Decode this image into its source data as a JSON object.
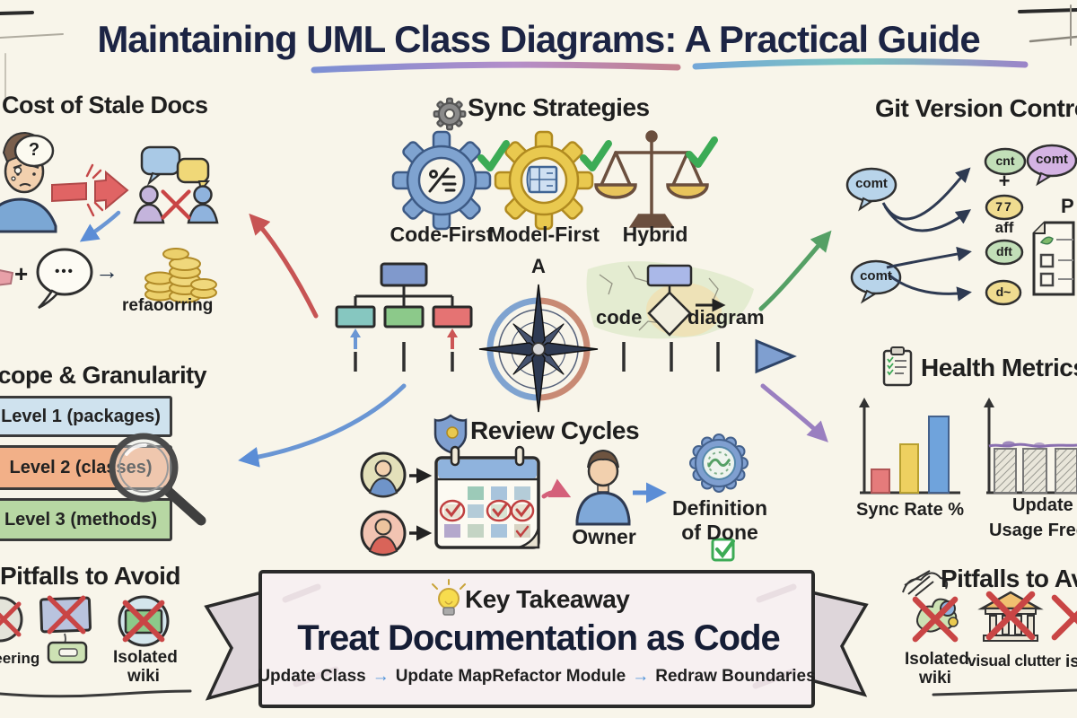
{
  "title": "Maintaining UML Class Diagrams: A Practical Guide",
  "stale_docs": {
    "heading": "Cost of Stale Docs",
    "question_mark": "?",
    "plus_sign": "+",
    "typing_dots": "•••",
    "arrow_right": "→",
    "refactoring_label": "refaoorring"
  },
  "sync": {
    "heading": "Sync Strategies",
    "items": [
      {
        "label": "Code-First"
      },
      {
        "label": "Model-First"
      },
      {
        "label": "Hybrid"
      }
    ]
  },
  "git": {
    "heading": "Git Version Control",
    "bubble_top": "comt",
    "bubble_bottom": "comt",
    "bubble_purple": "comt",
    "node_commit": "cnt",
    "plus_sign": "+",
    "node_tags": "77",
    "diff_label": "aff",
    "node_dft": "dft",
    "node_dx": "d~",
    "pr_label": "P"
  },
  "timeline": {
    "north_label": "A",
    "code_label": "code",
    "diagram_label": "diagram"
  },
  "scope": {
    "heading": "Scope & Granularity",
    "levels": [
      {
        "label": "Level 1 (packages)"
      },
      {
        "label": "Level 2 (classes)"
      },
      {
        "label": "Level 3 (methods)"
      }
    ]
  },
  "review": {
    "heading": "Review Cycles",
    "owner_label": "Owner",
    "dod_label": "Definition of Done"
  },
  "health": {
    "heading": "Health Metrics",
    "chart1_label": "Sync Rate %",
    "chart2_line1": "Update Lag",
    "chart2_line2": "Usage Frequency"
  },
  "pitfalls_left": {
    "heading": "Pitfalls to Avoid",
    "engineering_label": "overengineering",
    "wiki_line1": "Isolated",
    "wiki_line2": "wiki"
  },
  "pitfalls_right": {
    "heading": "Pitfalls to Avoid",
    "wiki_line1": "Isolated",
    "wiki_line2": "wiki",
    "clutter_label": "visual clutter",
    "clipped_label": "isolated"
  },
  "takeaway": {
    "kicker": "Key Takeaway",
    "headline": "Treat Documentation as Code",
    "arrow": "→",
    "rules": [
      {
        "from": "Update Class",
        "to": "Update Map"
      },
      {
        "from": "Refactor Module",
        "to": "Redraw Boundaries"
      }
    ]
  },
  "colors": {
    "background": "#f8f5ea",
    "title_navy": "#1c2444",
    "accent_red": "#c75454",
    "accent_blue": "#5b8dd6",
    "accent_green": "#3cab55",
    "accent_purple": "#9a7fc0",
    "accent_yellow": "#e9c94f"
  }
}
